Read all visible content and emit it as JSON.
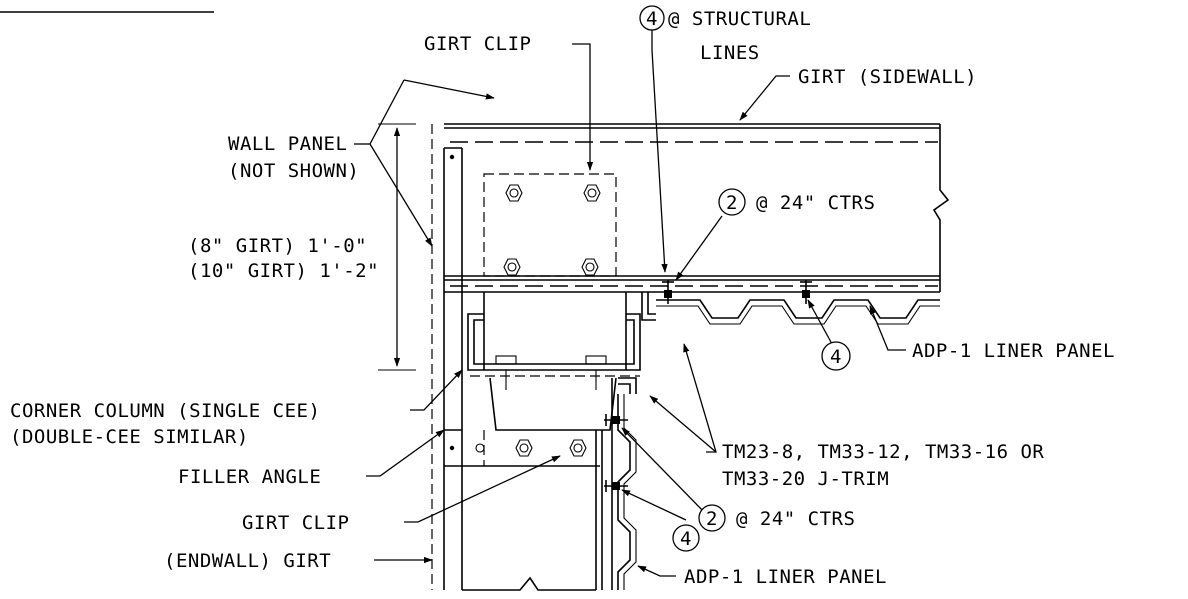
{
  "labels": {
    "girt_clip_top": "GIRT CLIP",
    "structural_1": "@ STRUCTURAL",
    "structural_2": "LINES",
    "girt_sidewall": "GIRT (SIDEWALL)",
    "wall_panel_1": "WALL PANEL",
    "wall_panel_2": "(NOT SHOWN)",
    "ctrs_top": "@ 24\" CTRS",
    "dim_8": "(8\" GIRT) 1'-0\"",
    "dim_10": "(10\" GIRT) 1'-2\"",
    "liner_right": "ADP-1 LINER PANEL",
    "corner_col_1": "CORNER COLUMN (SINGLE CEE)",
    "corner_col_2": "(DOUBLE-CEE SIMILAR)",
    "filler_angle": "FILLER ANGLE",
    "jtrim_1": "TM23-8, TM33-12, TM33-16 OR",
    "jtrim_2": "TM33-20 J-TRIM",
    "girt_clip_bottom": "GIRT CLIP",
    "ctrs_bottom": "@ 24\" CTRS",
    "endwall_girt": "(ENDWALL) GIRT",
    "liner_bottom": "ADP-1 LINER PANEL"
  },
  "bubbles": {
    "structural": "4",
    "ctrs_top": "2",
    "right_fastener": "4",
    "ctrs_bottom": "2",
    "bottom_fastener": "4"
  }
}
